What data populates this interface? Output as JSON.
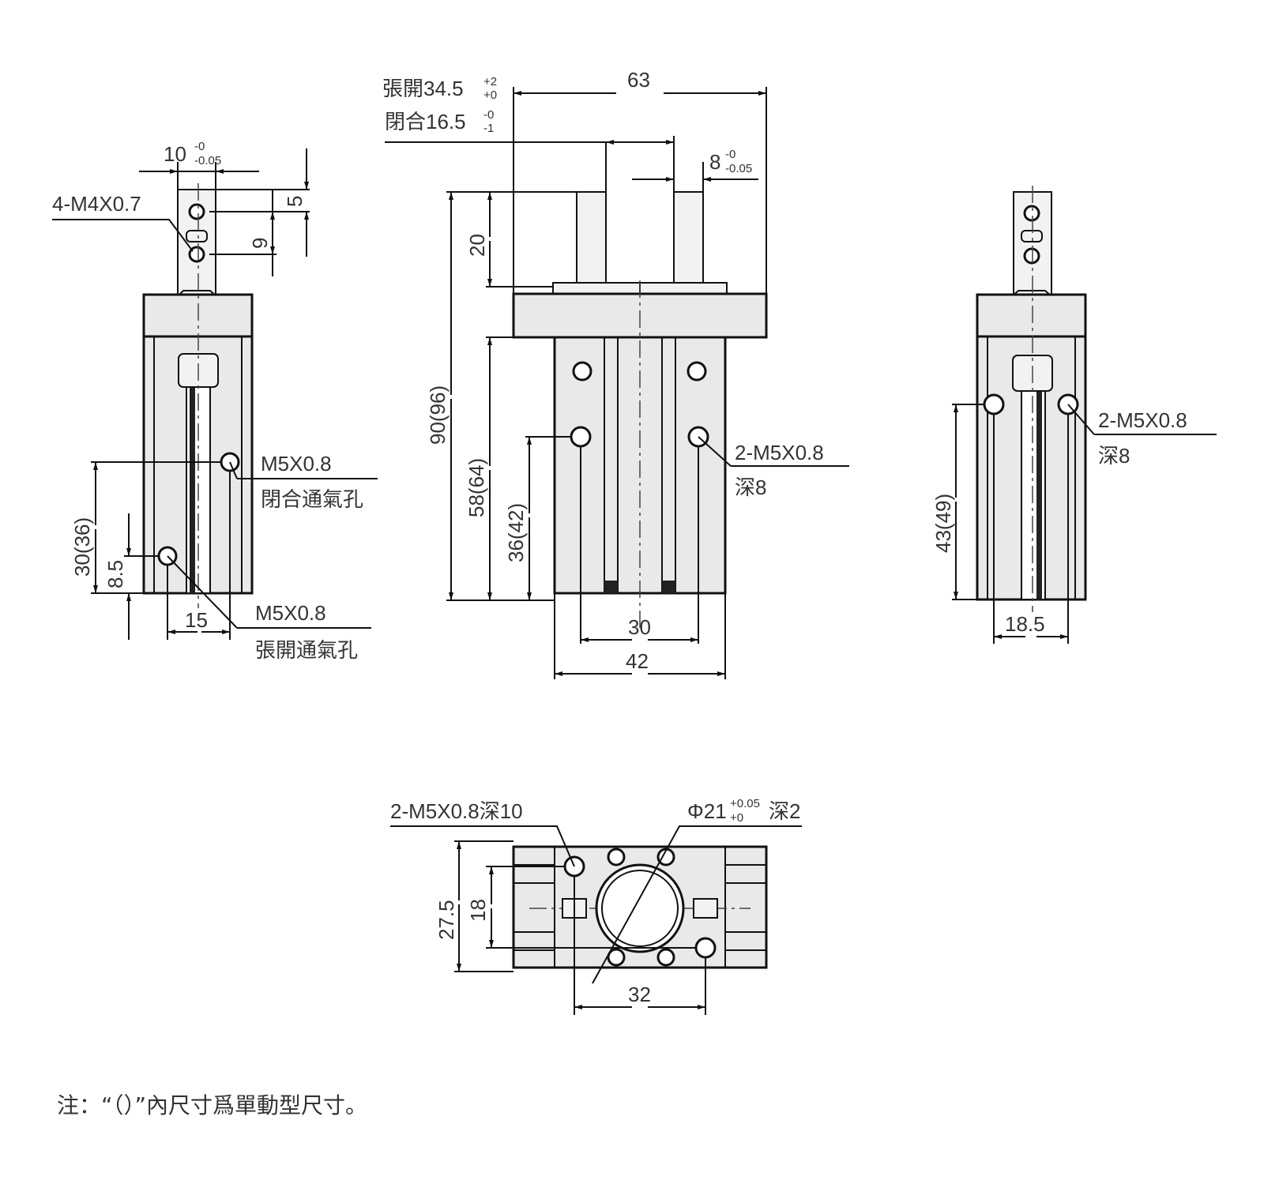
{
  "left_view": {
    "width_tol_main": "10",
    "width_tol_upper": "-0",
    "width_tol_lower": "-0.05",
    "thread_4": "4-M4X0.7",
    "dim_5": "5",
    "dim_9": "9",
    "port_close_thread": "M5X0.8",
    "port_close_label": "閉合通氣孔",
    "port_open_thread": "M5X0.8",
    "port_open_label": "張開通氣孔",
    "dim_30_36": "30(36)",
    "dim_8_5": "8.5",
    "dim_15": "15"
  },
  "front_view": {
    "open_label": "張開34.5",
    "open_tol_upper": "+2",
    "open_tol_lower": "+0",
    "close_label": "閉合16.5",
    "close_tol_upper": "-0",
    "close_tol_lower": "-1",
    "dim_63": "63",
    "jaw_main": "8",
    "jaw_tol_upper": "-0",
    "jaw_tol_lower": "-0.05",
    "dim_20": "20",
    "dim_90_96": "90(96)",
    "dim_58_64": "58(64)",
    "dim_36_42": "36(42)",
    "thread_label": "2-M5X0.8",
    "depth_label": "深8",
    "dim_30": "30",
    "dim_42": "42"
  },
  "right_view": {
    "thread_label": "2-M5X0.8",
    "depth_label": "深8",
    "dim_43_49": "43(49)",
    "dim_18_5": "18.5"
  },
  "bottom_view": {
    "thread_label": "2-M5X0.8深10",
    "bore_main": "Φ21",
    "bore_tol_upper": "+0.05",
    "bore_tol_lower": "+0",
    "bore_depth": "深2",
    "dim_27_5": "27.5",
    "dim_18": "18",
    "dim_32": "32"
  },
  "note": "注：“（）”內尺寸爲單動型尺寸。"
}
